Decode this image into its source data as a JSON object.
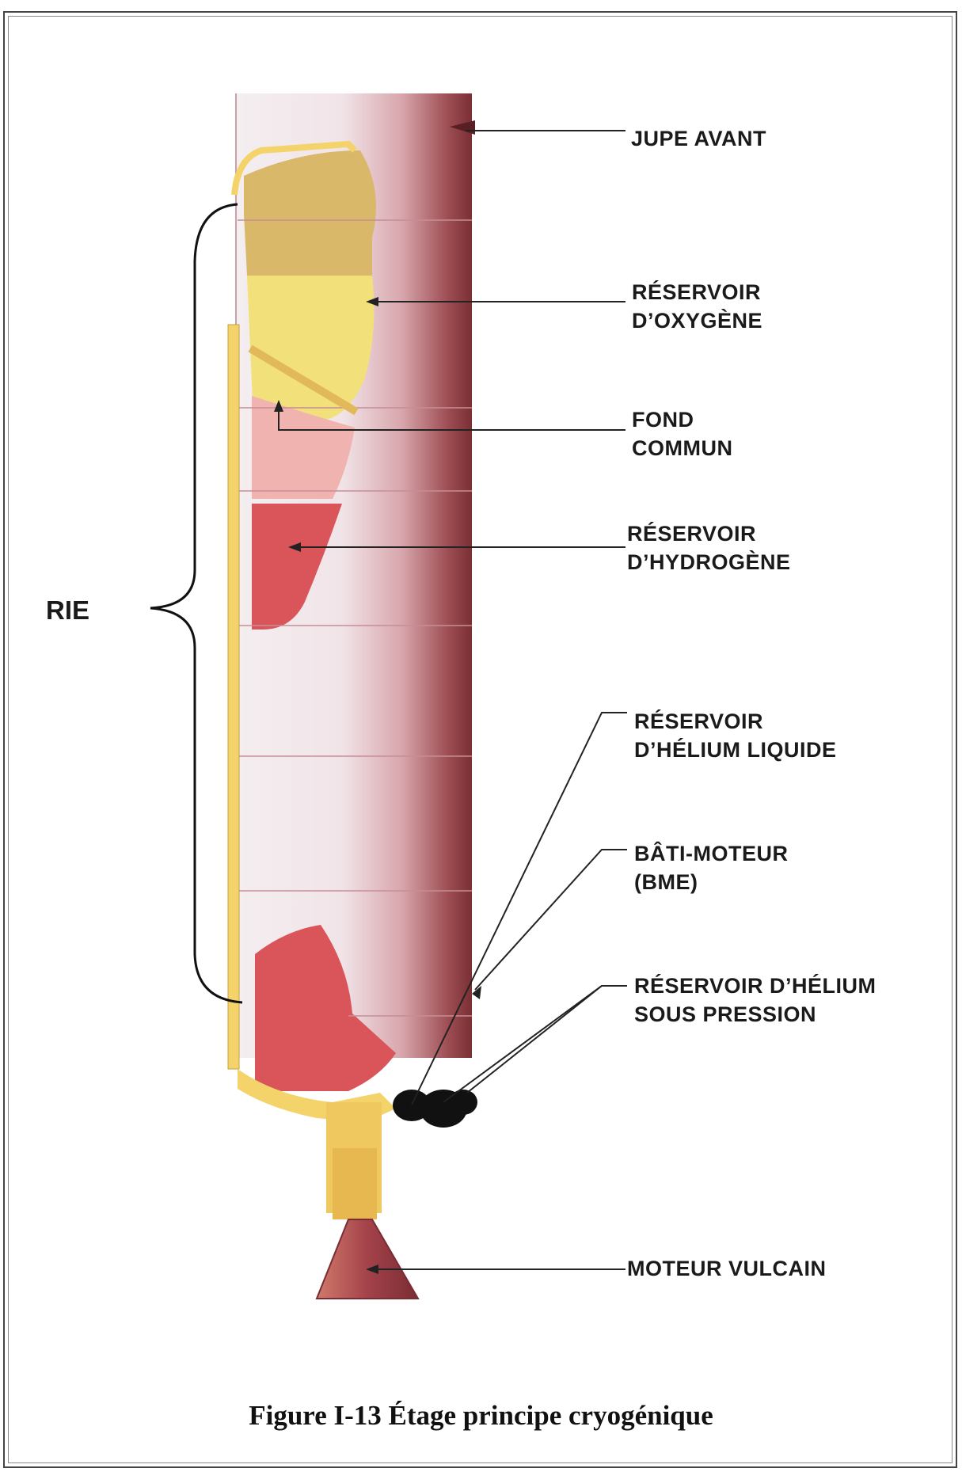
{
  "labels": {
    "jupe_avant": "JUPE AVANT",
    "reservoir_oxygene_1": "RÉSERVOIR",
    "reservoir_oxygene_2": "D’OXYGÈNE",
    "fond_commun_1": "FOND",
    "fond_commun_2": "COMMUN",
    "reservoir_hydrogene_1": "RÉSERVOIR",
    "reservoir_hydrogene_2": "D’HYDROGÈNE",
    "helium_liquide_1": "RÉSERVOIR",
    "helium_liquide_2": "D’HÉLIUM LIQUIDE",
    "bati_moteur_1": "BÂTI-MOTEUR",
    "bati_moteur_2": "(BME)",
    "helium_pression_1": "RÉSERVOIR D’HÉLIUM",
    "helium_pression_2": "SOUS PRESSION",
    "moteur_vulcain": "MOTEUR VULCAIN",
    "rie": "RIE"
  },
  "caption": "Figure  I-13  Étage principe cryogénique",
  "colors": {
    "oxygen_tank_top": "#d9b86a",
    "oxygen_tank": "#f2e07a",
    "common_bulkhead": "#f0b3b0",
    "hydrogen_tank": "#d9555a",
    "body_dark": "#8a3a3e",
    "structure_yellow": "#f3d36a"
  }
}
